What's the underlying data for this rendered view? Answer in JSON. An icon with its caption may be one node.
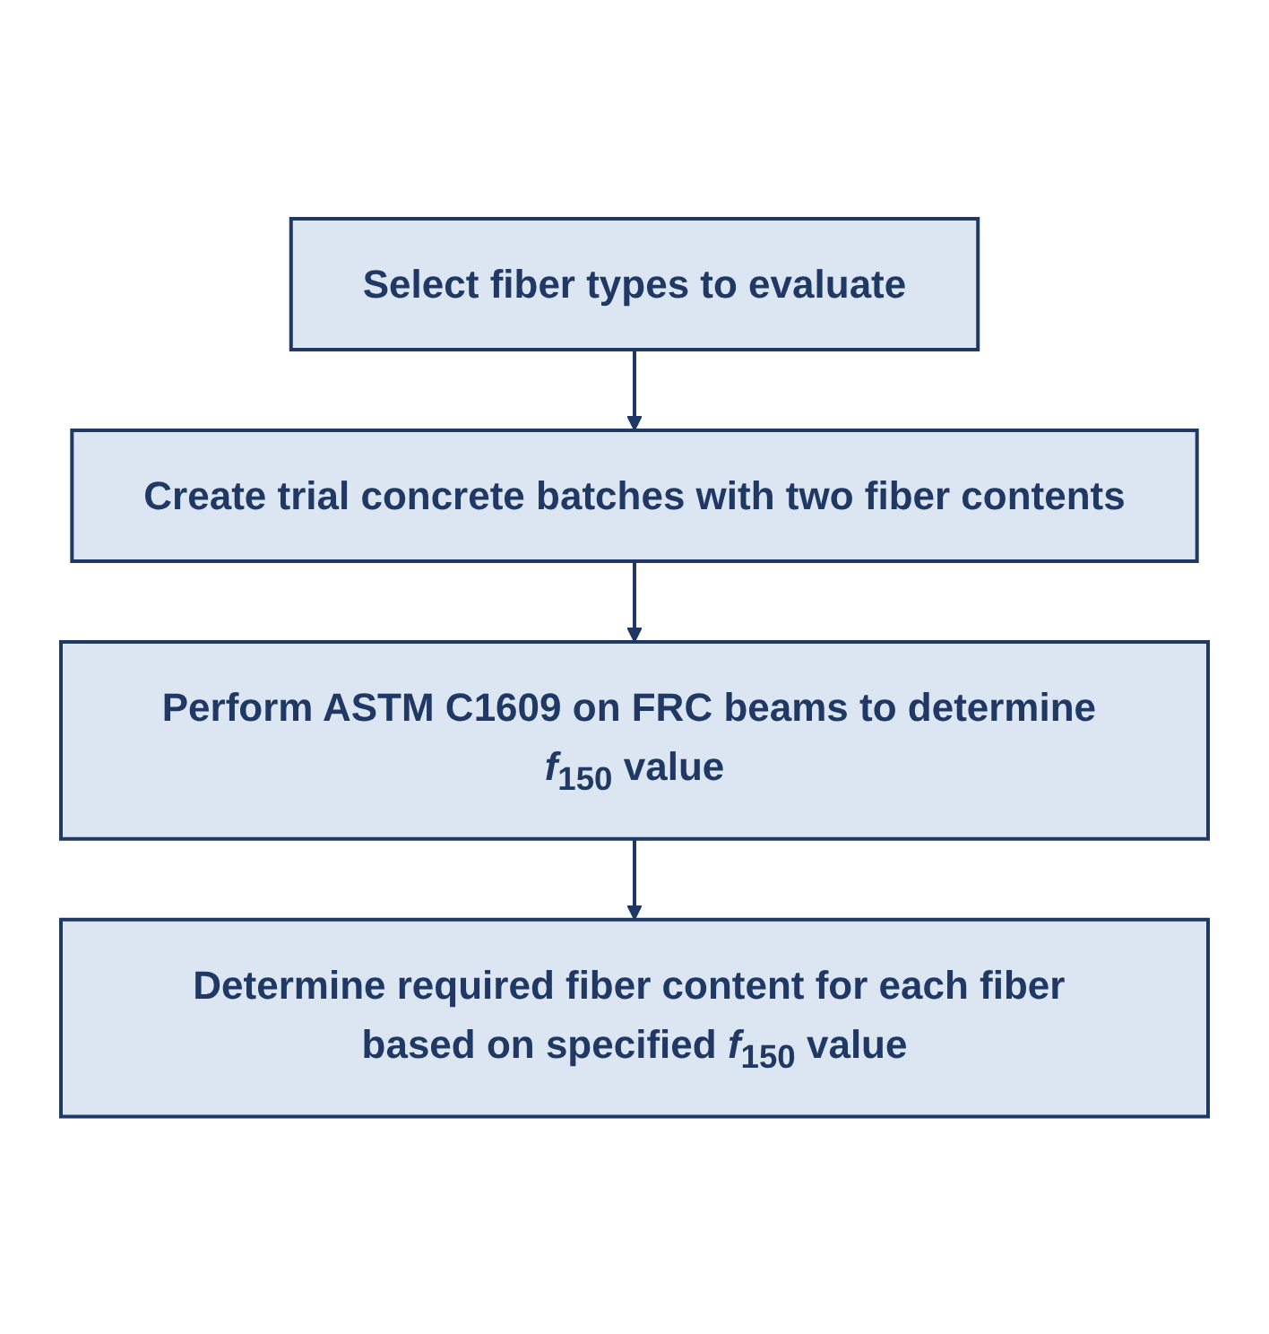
{
  "diagram": {
    "nodes": [
      {
        "text": [
          "Select fiber types to evaluate"
        ]
      },
      {
        "text": [
          "Create trial concrete batches with two fiber contents"
        ]
      },
      {
        "text": [
          "Perform ASTM C1609 on FRC beams to determine *f*$_{150}$ value"
        ]
      },
      {
        "text": [
          "Determine required fiber content for each fiber based on specified *f*$_{150}$ value"
        ]
      }
    ],
    "edges": [
      {
        "from": 0,
        "to": 1,
        "arrow": "to"
      },
      {
        "from": 1,
        "to": 2,
        "arrow": "to"
      },
      {
        "from": 2,
        "to": 3,
        "arrow": "to"
      }
    ]
  }
}
